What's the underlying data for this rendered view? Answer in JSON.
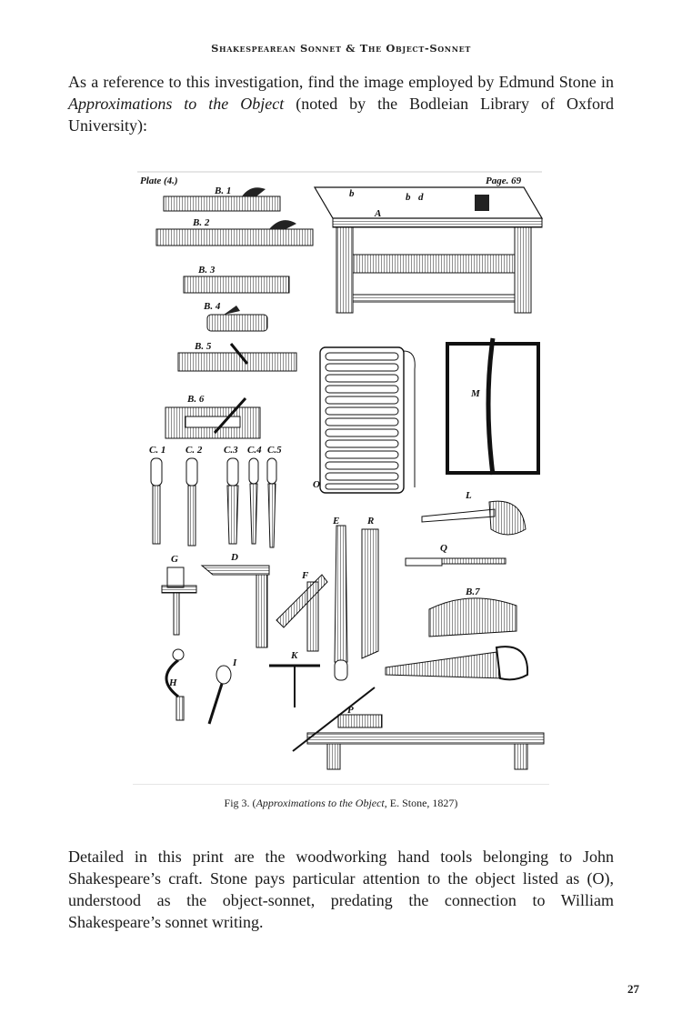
{
  "running_head": "Shakespearean Sonnet & The Object-Sonnet",
  "paragraph1": {
    "before": "As a reference to this investigation, find the image employed by Edmund Stone in ",
    "title": "Approximations to the Object",
    "after": " (noted by the Bodleian Library of Oxford University):"
  },
  "figure": {
    "plate_label": "Plate (4.)",
    "page_label": "Page. 69",
    "labels": {
      "B1": "B. 1",
      "B2": "B. 2",
      "B3": "B. 3",
      "B4": "B. 4",
      "B5": "B. 5",
      "B6": "B. 6",
      "C1": "C. 1",
      "C2": "C. 2",
      "C3": "C.3",
      "C4": "C.4",
      "C5": "C.5",
      "A": "A",
      "b1": "b",
      "b2": "b",
      "d": "d",
      "M": "M",
      "O": "O",
      "L": "L",
      "E": "E",
      "R": "R",
      "Q": "Q",
      "B7": "B.7",
      "G": "G",
      "D": "D",
      "F": "F",
      "H": "H",
      "I": "I",
      "K": "K",
      "P": "P"
    }
  },
  "caption": {
    "prefix": "Fig 3. (",
    "title": "Approximations to the Object",
    "suffix": ", E. Stone, 1827)"
  },
  "paragraph2": "Detailed in this print are the woodworking hand tools belonging to John Shakespeare’s craft. Stone pays particular attention to the object listed as (O), understood as the object-sonnet, predating the connection to William Shakespeare’s sonnet writing.",
  "page_number": "27"
}
